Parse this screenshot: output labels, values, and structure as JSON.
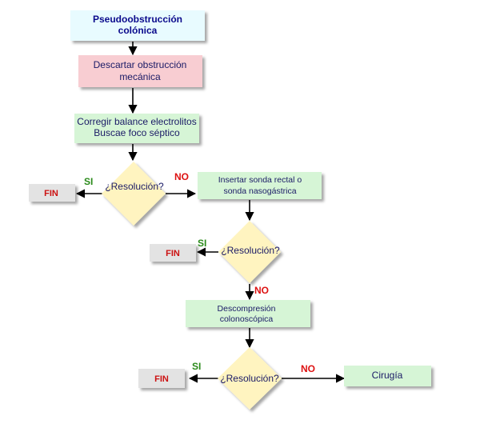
{
  "nodes": {
    "start": {
      "line1": "Pseudoobstrucción",
      "line2": "colónica"
    },
    "discard": {
      "line1": "Descartar obstrucción",
      "line2": "mecánica"
    },
    "correct": {
      "line1": "Corregir balance electrolitos",
      "line2": "Buscae foco séptico"
    },
    "decision1": {
      "label": "¿Resolución?"
    },
    "insert": {
      "line1": "Insertar sonda rectal o",
      "line2": "sonda nasogástrica"
    },
    "decision2": {
      "label": "¿Resolución?"
    },
    "decompress": {
      "line1": "Descompresión",
      "line2": "colonoscópica"
    },
    "decision3": {
      "label": "¿Resolución?"
    },
    "surgery": {
      "label": "Cirugía"
    },
    "end1": {
      "label": "FIN"
    },
    "end2": {
      "label": "FIN"
    },
    "end3": {
      "label": "FIN"
    }
  },
  "edges": {
    "si1": "SI",
    "no1": "NO",
    "si2": "SI",
    "no2": "NO",
    "si3": "SI",
    "no3": "NO"
  },
  "colors": {
    "start_fill": "#e8fbff",
    "discard_fill": "#f8cdd2",
    "green_fill": "#d6f5d6",
    "diamond_fill": "#fff4c0",
    "end_fill": "#e3e3e3",
    "start_text": "#0a0a8c",
    "body_text": "#1a1a66",
    "end_text": "#cc1111",
    "si_text": "#2a8a1a",
    "no_text": "#dd1111"
  }
}
